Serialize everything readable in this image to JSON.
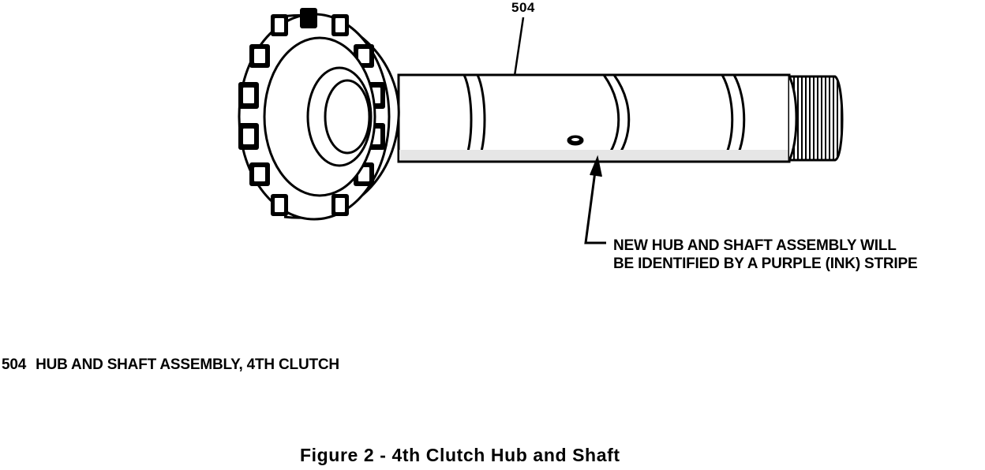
{
  "callout": {
    "number": "504"
  },
  "note": {
    "line1": "NEW HUB AND SHAFT ASSEMBLY WILL",
    "line2": "BE IDENTIFIED BY A PURPLE (INK) STRIPE"
  },
  "legend": [
    {
      "number": "504",
      "description": "HUB AND SHAFT ASSEMBLY, 4TH CLUTCH"
    }
  ],
  "caption": "Figure 2 - 4th Clutch Hub and Shaft"
}
